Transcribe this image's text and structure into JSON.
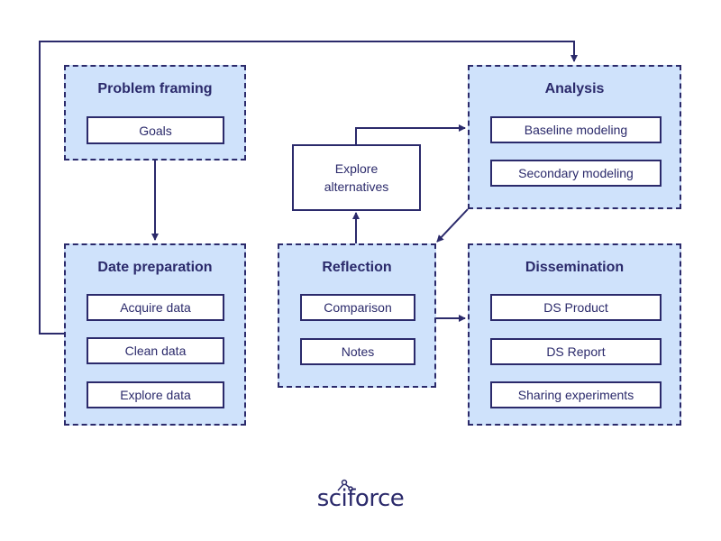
{
  "groups": {
    "problem_framing": {
      "title": "Problem framing",
      "items": [
        "Goals"
      ]
    },
    "date_preparation": {
      "title": "Date preparation",
      "items": [
        "Acquire data",
        "Clean data",
        "Explore data"
      ]
    },
    "reflection": {
      "title": "Reflection",
      "items": [
        "Comparison",
        "Notes"
      ]
    },
    "analysis": {
      "title": "Analysis",
      "items": [
        "Baseline modeling",
        "Secondary modeling"
      ]
    },
    "dissemination": {
      "title": "Dissemination",
      "items": [
        "DS Product",
        "DS Report",
        "Sharing experiments"
      ]
    }
  },
  "explore_alternatives": {
    "line1": "Explore",
    "line2": "alternatives"
  },
  "logo": {
    "text": "sciforce"
  },
  "colors": {
    "stroke": "#2b2a6b",
    "group_fill": "#cfe2fb",
    "box_fill": "#ffffff"
  }
}
